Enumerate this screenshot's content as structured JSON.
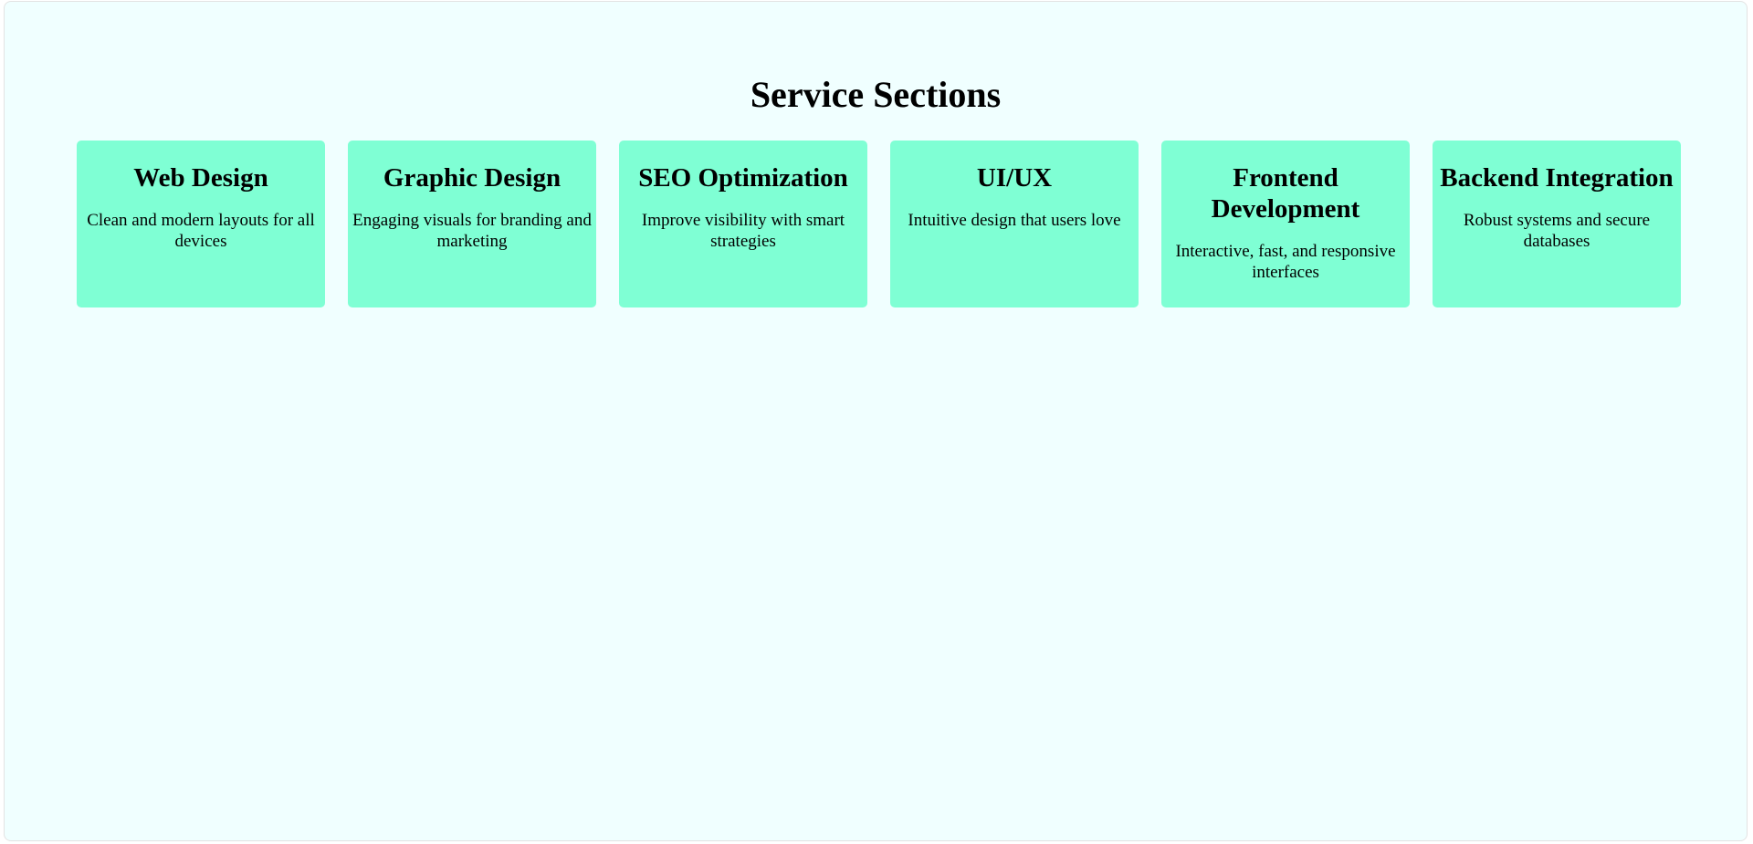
{
  "page": {
    "title": "Service Sections",
    "background_color": "#f0ffff",
    "card_color": "#7fffd4"
  },
  "services": [
    {
      "title": "Web Design",
      "description": "Clean and modern layouts for all devices"
    },
    {
      "title": "Graphic Design",
      "description": "Engaging visuals for branding and marketing"
    },
    {
      "title": "SEO Optimization",
      "description": "Improve visibility with smart strategies"
    },
    {
      "title": "UI/UX",
      "description": "Intuitive design that users love"
    },
    {
      "title": "Frontend Development",
      "description": "Interactive, fast, and responsive interfaces"
    },
    {
      "title": "Backend Integration",
      "description": "Robust systems and secure databases"
    }
  ]
}
